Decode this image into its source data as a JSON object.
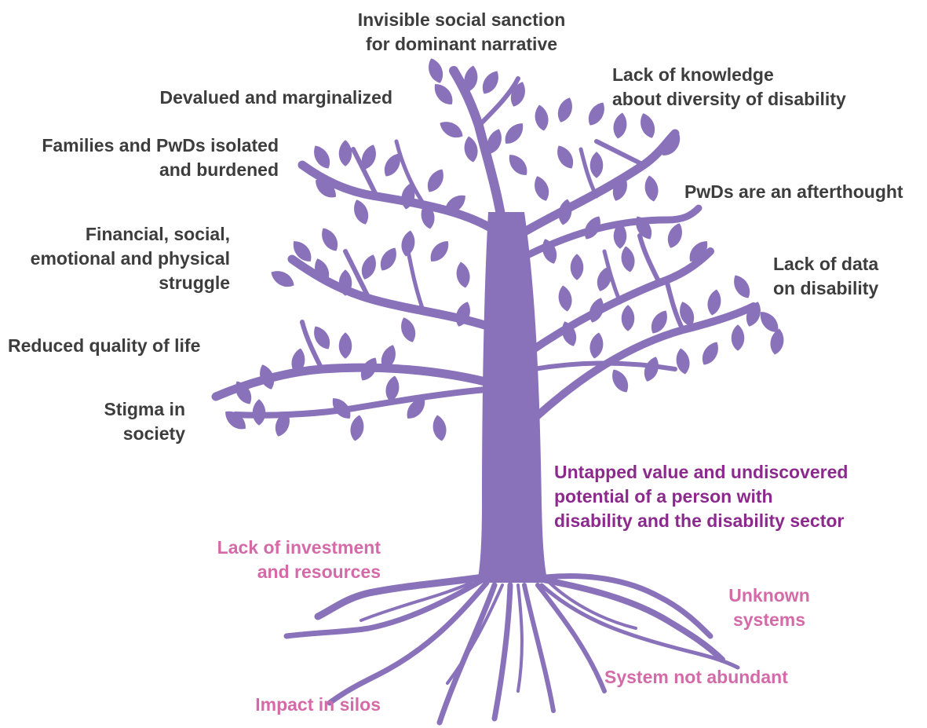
{
  "colors": {
    "tree": "#8a72bb",
    "label_text": "#3d3d3d",
    "trunk_label": "#8b2a8c",
    "root_labels": "#d46aa8",
    "background": "#ffffff"
  },
  "icons": {
    "tree": "tree-illustration"
  },
  "branch_labels": {
    "invisible_sanction": [
      "Invisible social sanction",
      "for dominant narrative"
    ],
    "devalued": [
      "Devalued and marginalized"
    ],
    "lack_knowledge": [
      "Lack of knowledge",
      "about diversity of disability"
    ],
    "families_isolated": [
      "Families and PwDs isolated",
      "and burdened"
    ],
    "afterthought": [
      "PwDs are an afterthought"
    ],
    "financial_struggle": [
      "Financial, social,",
      "emotional and physical",
      "struggle"
    ],
    "lack_data": [
      "Lack of data",
      "on disability"
    ],
    "reduced_quality": [
      "Reduced quality of life"
    ],
    "stigma": [
      "Stigma in",
      "society"
    ]
  },
  "trunk_label": [
    "Untapped value and undiscovered",
    "potential of a person with",
    "disability and the disability sector"
  ],
  "root_labels": {
    "lack_investment": [
      "Lack of investment",
      "and resources"
    ],
    "unknown_systems": [
      "Unknown",
      "systems"
    ],
    "impact_silos": [
      "Impact in silos"
    ],
    "system_not_abundant": [
      "System not abundant"
    ]
  }
}
